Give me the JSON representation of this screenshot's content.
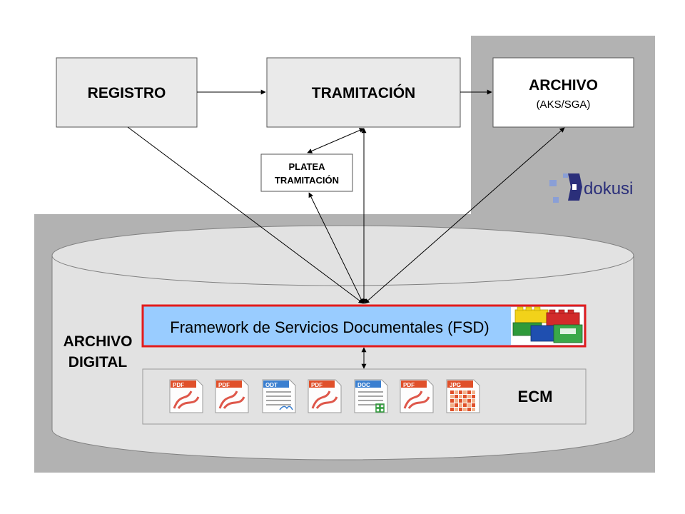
{
  "boxes": {
    "registro": "REGISTRO",
    "tramitacion": "TRAMITACIÓN",
    "archivo": "ARCHIVO",
    "archivo_sub": "(AKS/SGA)",
    "platea_line1": "PLATEA",
    "platea_line2": "TRAMITACIÓN"
  },
  "logo": {
    "text": "dokusi"
  },
  "cylinder": {
    "label_line1": "ARCHIVO",
    "label_line2": "DIGITAL"
  },
  "fsd": {
    "label": "Framework de Servicios Documentales (FSD)",
    "border_color": "#e31c1c",
    "fill_color": "#99ccff"
  },
  "ecm": {
    "label": "ECM",
    "documents": [
      {
        "type": "PDF",
        "color": "#e0502a"
      },
      {
        "type": "PDF",
        "color": "#e0502a"
      },
      {
        "type": "ODT",
        "color": "#3a7fd0"
      },
      {
        "type": "PDF",
        "color": "#e0502a"
      },
      {
        "type": "DOC",
        "color": "#3a7fd0"
      },
      {
        "type": "PDF",
        "color": "#e0502a"
      },
      {
        "type": "JPG",
        "color": "#e0502a"
      }
    ]
  },
  "colors": {
    "gray_region": "#b2b2b2",
    "box_fill": "#eaeaea",
    "cylinder_fill": "#e2e2e2"
  }
}
